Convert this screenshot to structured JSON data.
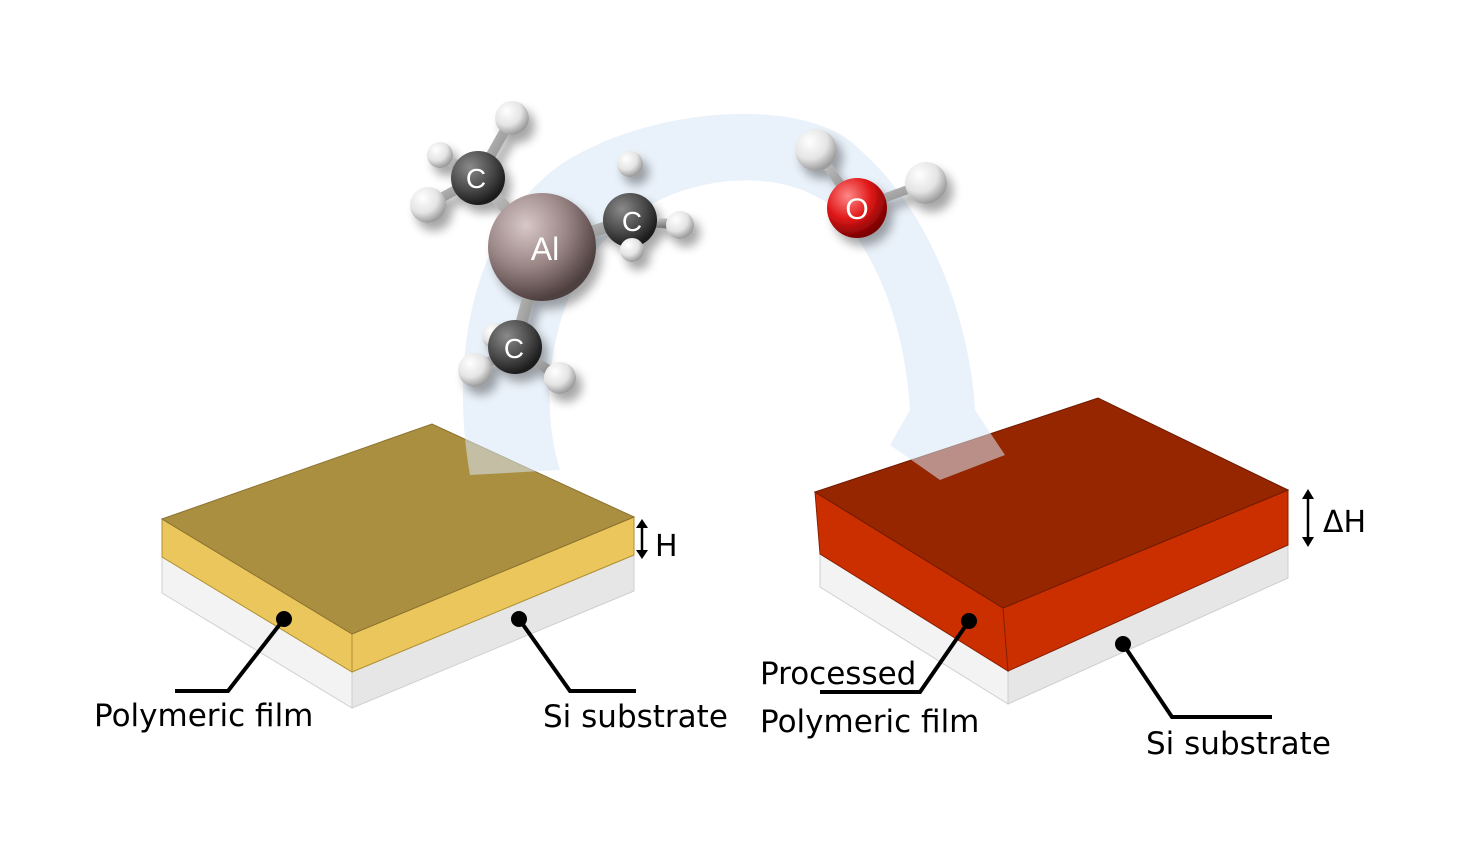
{
  "labels": {
    "height_left": "H",
    "height_right": "ΔH",
    "left_film": "Polymeric film",
    "left_substrate": "Si substrate",
    "right_film_line1": "Processed",
    "right_film_line2": "Polymeric film",
    "right_substrate": "Si substrate"
  },
  "atoms": {
    "aluminum": "Al",
    "carbon": "C",
    "oxygen": "O"
  },
  "colors": {
    "film_top": "#AA8F41",
    "film_side": "#EBC65C",
    "processed_top": "#962600",
    "processed_side": "#CB2F00",
    "substrate_top": "#F3F3F3",
    "substrate_side": "#E6E6E6",
    "cycle_arrow": "#D7E6F5",
    "carbon": "#4a4a4a",
    "aluminum": "#9a8585",
    "oxygen": "#e01818",
    "hydrogen": "#f2f2f2"
  }
}
